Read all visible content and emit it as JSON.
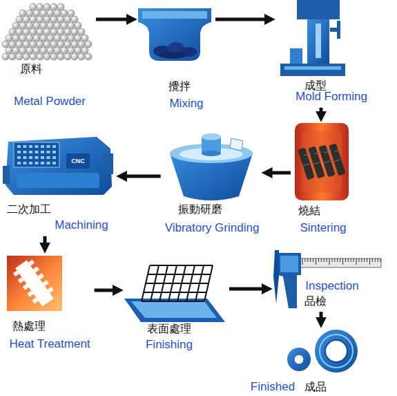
{
  "diagram": {
    "nodes": [
      {
        "text": [
          "原料",
          "Metal Powder"
        ]
      },
      {
        "text": [
          "攪拌",
          "Mixing"
        ]
      },
      {
        "text": [
          "成型",
          "Mold Forming"
        ]
      },
      {
        "text": [
          "燒結",
          "Sintering"
        ]
      },
      {
        "text": [
          "振動研磨",
          "Vibratory Grinding"
        ]
      },
      {
        "text": [
          "二次加工",
          "Machining"
        ]
      },
      {
        "text": [
          "熱處理",
          "Heat Treatment"
        ]
      },
      {
        "text": [
          "表面處理",
          "Finishing"
        ]
      },
      {
        "text": [
          "Inspection",
          "品檢"
        ]
      },
      {
        "text": [
          "Finished",
          "成品"
        ]
      }
    ],
    "edges": [
      {
        "from": 0,
        "to": 1,
        "arrow": "to"
      },
      {
        "from": 1,
        "to": 2,
        "arrow": "to"
      },
      {
        "from": 2,
        "to": 3,
        "arrow": "to"
      },
      {
        "from": 3,
        "to": 4,
        "arrow": "to"
      },
      {
        "from": 4,
        "to": 5,
        "arrow": "to"
      },
      {
        "from": 5,
        "to": 6,
        "arrow": "to"
      },
      {
        "from": 6,
        "to": 7,
        "arrow": "to"
      },
      {
        "from": 7,
        "to": 8,
        "arrow": "to"
      },
      {
        "from": 8,
        "to": 9,
        "arrow": "to"
      }
    ],
    "labels": [
      "CNC"
    ]
  }
}
